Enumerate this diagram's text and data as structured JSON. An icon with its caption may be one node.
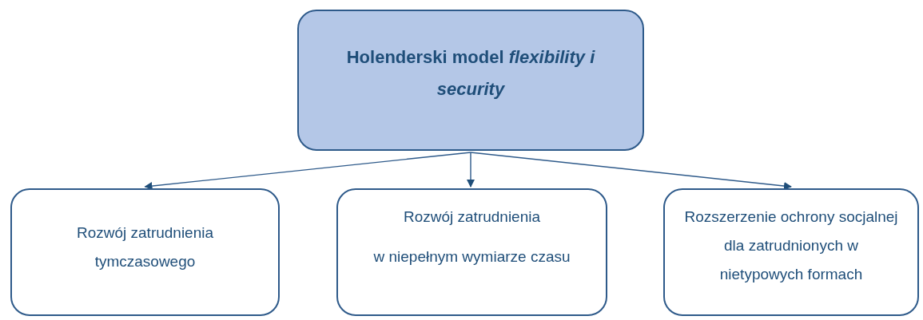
{
  "diagram": {
    "nodes": [
      {
        "text": [
          "Holenderski model *flexibility i security*"
        ]
      },
      {
        "text": [
          "Rozwój zatrudnienia tymczasowego"
        ]
      },
      {
        "text": [
          "Rozwój zatrudnienia",
          "w niepełnym wymiarze czasu"
        ]
      },
      {
        "text": [
          "Rozszerzenie ochrony socjalnej dla zatrudnionych w nietypowych formach"
        ]
      }
    ],
    "edges": [
      {
        "from": 0,
        "to": 1,
        "arrow": "to"
      },
      {
        "from": 0,
        "to": 2,
        "arrow": "to"
      },
      {
        "from": 0,
        "to": 3,
        "arrow": "to"
      }
    ]
  }
}
